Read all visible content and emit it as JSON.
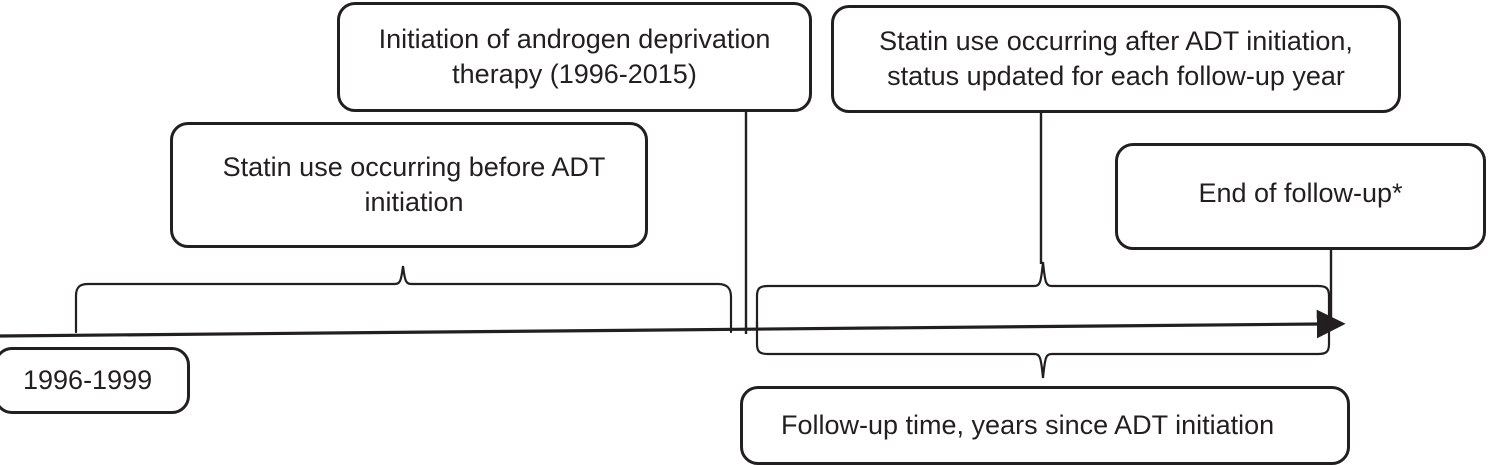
{
  "figure": {
    "type": "study-design-timeline",
    "line_color": "#231f20",
    "background": "#ffffff",
    "boxes": [
      {
        "id": "adt-initiation",
        "lines": [
          "Initiation of androgen deprivation",
          "therapy (1996-2015)"
        ],
        "text": "Initiation of androgen deprivation therapy (1996-2015)"
      },
      {
        "id": "statin-before",
        "lines": [
          "Statin use occurring before ADT",
          "initiation"
        ],
        "text": "Statin use occurring before ADT initiation"
      },
      {
        "id": "statin-after",
        "lines": [
          "Statin use occurring after ADT initiation,",
          "status updated for each follow-up year"
        ],
        "text": "Statin use occurring after ADT initiation, status updated for each follow-up year"
      },
      {
        "id": "end-followup",
        "lines": [
          "End of follow-up*"
        ],
        "text": "End of follow-up*"
      },
      {
        "id": "year-range",
        "lines": [
          "1996-1999"
        ],
        "text": "1996-1999"
      },
      {
        "id": "followup-time",
        "lines": [
          "Follow-up time, years since ADT initiation"
        ],
        "text": "Follow-up time, years since ADT initiation"
      }
    ],
    "timeline": {
      "direction": "left-to-right",
      "arrowhead": "right",
      "start_label": "1996-1999",
      "pivot_label": "Initiation of androgen deprivation therapy (1996-2015)",
      "end_label": "End of follow-up*"
    },
    "braces": [
      {
        "id": "pre-adt-brace",
        "orientation": "up",
        "spans": "1996-1999 to ADT initiation",
        "label": "Statin use occurring before ADT initiation"
      },
      {
        "id": "post-adt-brace-up",
        "orientation": "up",
        "spans": "ADT initiation to end of follow-up",
        "label": "Statin use occurring after ADT initiation, status updated for each follow-up year"
      },
      {
        "id": "post-adt-brace-down",
        "orientation": "down",
        "spans": "ADT initiation to end of follow-up",
        "label": "Follow-up time, years since ADT initiation"
      }
    ]
  }
}
